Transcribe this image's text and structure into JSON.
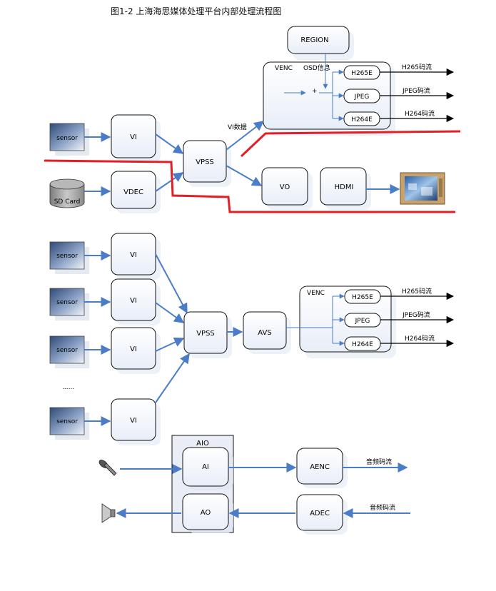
{
  "title": "图1-2  上海海思媒体处理平台内部处理流程图",
  "upper": {
    "sensor": "sensor",
    "sd_card": "SD Card",
    "vi": "VI",
    "vdec": "VDEC",
    "vpss": "VPSS",
    "vi_data": "VI数据",
    "region": "REGION",
    "venc": "VENC",
    "osd": "OSD信息",
    "plus": "+",
    "h265e": "H265E",
    "jpeg": "JPEG",
    "h264e": "H264E",
    "h265_stream": "H265码流",
    "jpeg_stream": "JPEG码流",
    "h264_stream": "H264码流",
    "vo": "VO",
    "hdmi": "HDMI"
  },
  "middle": {
    "sensors": [
      "sensor",
      "sensor",
      "sensor",
      "sensor"
    ],
    "vis": [
      "VI",
      "VI",
      "VI",
      "VI"
    ],
    "ellipsis": "......",
    "vpss": "VPSS",
    "avs": "AVS",
    "venc": "VENC",
    "h265e": "H265E",
    "jpeg": "JPEG",
    "h264e": "H264E",
    "h265_stream": "H265码流",
    "jpeg_stream": "JPEG码流",
    "h264_stream": "H264码流"
  },
  "audio": {
    "aio": "AIO",
    "ai": "AI",
    "ao": "AO",
    "aenc": "AENC",
    "adec": "ADEC",
    "out_stream": "音频码流",
    "in_stream": "音频码流"
  },
  "colors": {
    "arrow_blue": "#4a7cc7",
    "red_line": "#e31e24",
    "box_stroke": "#111111",
    "box_fill": "#f3f7fd",
    "shadow": "#dfe6f3"
  }
}
